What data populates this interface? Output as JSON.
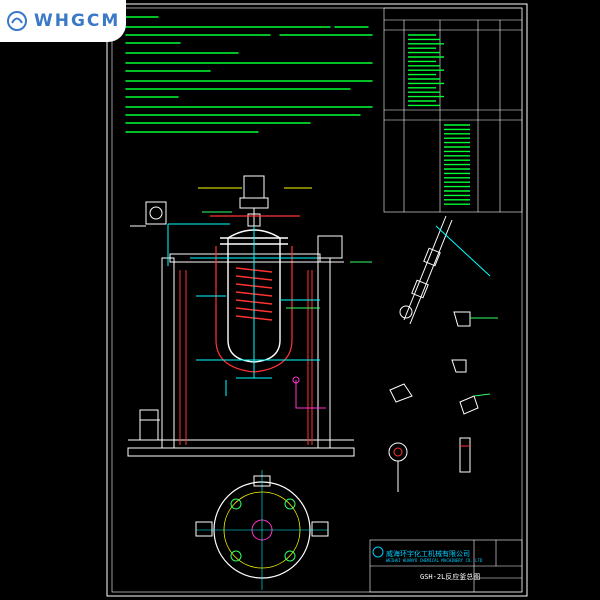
{
  "logo": {
    "text": "WHGCM"
  },
  "colors": {
    "background": "#000000",
    "frame": "#ffffff",
    "notes_text": "#00ff33",
    "vessel": "#ffffff",
    "jacket": "#ff3333",
    "cyan_lines": "#00ffff",
    "magenta": "#ff33cc",
    "yellow": "#ffff00",
    "green": "#33ff66",
    "title_block_cyan": "#00ccff",
    "logo_blue": "#3a78c8"
  },
  "title_block": {
    "company": "威海环宇化工机械有限公司",
    "company_en": "WEIHAI HUANYU CHEMICAL MACHINERY CO.,LTD",
    "drawing_title": "GSH-2L反应釜总图"
  }
}
